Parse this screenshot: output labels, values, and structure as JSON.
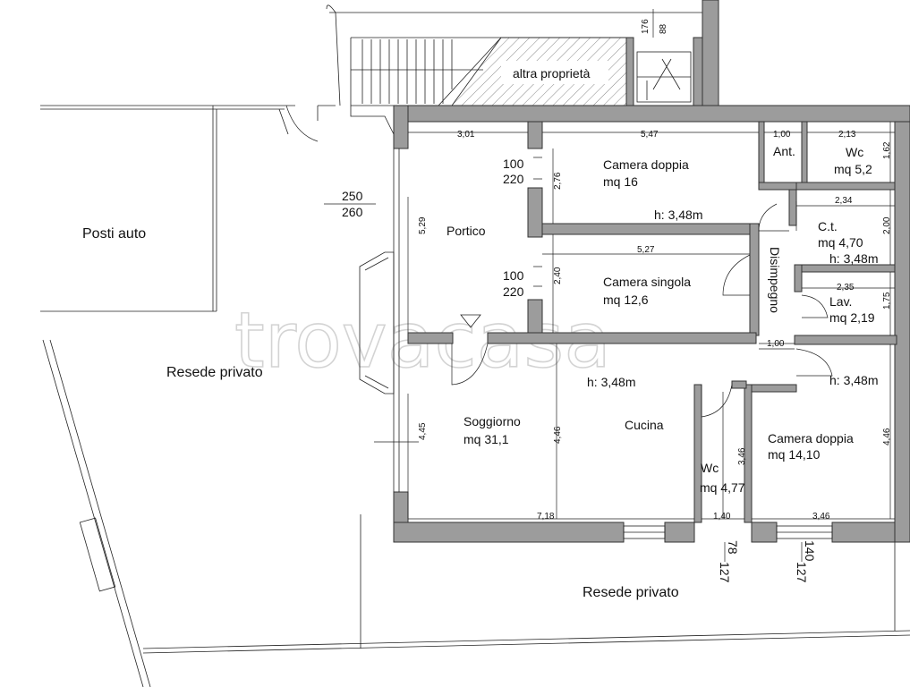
{
  "watermark": "trovacasa",
  "areas": {
    "parking": "Posti auto",
    "yard_left": "Resede privato",
    "yard_bottom": "Resede privato",
    "other_property": "altra proprietà"
  },
  "rooms": {
    "portico": "Portico",
    "camera_doppia_1": {
      "name": "Camera doppia",
      "area": "mq 16",
      "height": "h: 3,48m"
    },
    "camera_singola": {
      "name": "Camera singola",
      "area": "mq 12,6"
    },
    "ant": "Ant.",
    "wc_1": {
      "name": "Wc",
      "area": "mq 5,2"
    },
    "ct": {
      "name": "C.t.",
      "area": "mq 4,70",
      "height": "h: 3,48m"
    },
    "lav": {
      "name": "Lav.",
      "area": "mq 2,19"
    },
    "disimpegno": "Disimpegno",
    "soggiorno": {
      "name": "Soggiorno",
      "area": "mq 31,1",
      "height": "h: 3,48m"
    },
    "cucina": "Cucina",
    "wc_2": {
      "name": "Wc",
      "area": "mq 4,77"
    },
    "camera_doppia_2": {
      "name": "Camera doppia",
      "area": "mq 14,10",
      "height": "h: 3,48m"
    }
  },
  "dimensions": {
    "portico_width": "3,01",
    "camera_doppia_width": "5,47",
    "ant_width": "1,00",
    "wc_width": "2,13",
    "wc_depth": "1,62",
    "ct_width": "2,34",
    "ct_depth": "2,00",
    "lav_width": "2,35",
    "lav_depth": "1,75",
    "camera_singola_width": "5,27",
    "disimpegno_width": "1,00",
    "portico_depth": "5,29",
    "camera_doppia_depth": "2,76",
    "camera_singola_depth": "2,40",
    "soggiorno_depth_left": "4,45",
    "soggiorno_depth_mid": "4,46",
    "wc2_depth": "3,46",
    "camera_doppia2_depth": "4,46",
    "soggiorno_width": "7,18",
    "wc2_width": "1,40",
    "camera_doppia2_width": "3,46",
    "window_1_w": "100",
    "window_1_h": "220",
    "window_2_w": "100",
    "window_2_h": "220",
    "entrance_w": "250",
    "entrance_h": "260",
    "stair_1": "176",
    "stair_2": "88",
    "window_b1_a": "127",
    "window_b1_b": "78",
    "window_b2_a": "127",
    "window_b2_b": "140"
  }
}
